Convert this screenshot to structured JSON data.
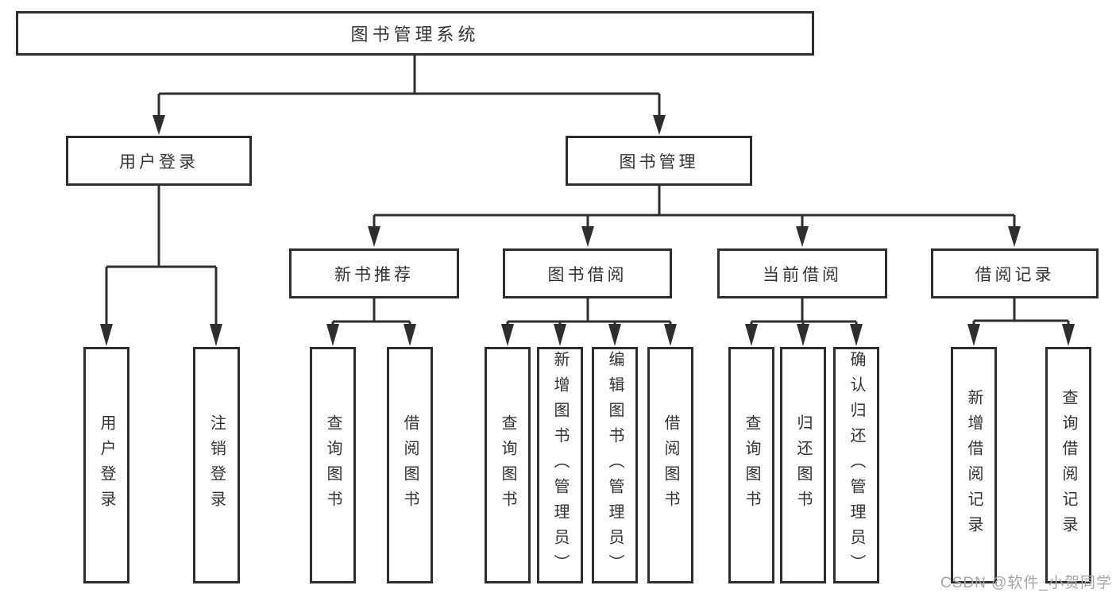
{
  "diagram": {
    "type": "hierarchy-tree",
    "root": {
      "label": "图书管理系统"
    },
    "level2": [
      {
        "id": "user-login",
        "label": "用户登录"
      },
      {
        "id": "book-management",
        "label": "图书管理"
      }
    ],
    "level3": [
      {
        "id": "new-book-recommendation",
        "label": "新书推荐",
        "parent": "图书管理"
      },
      {
        "id": "book-borrowing",
        "label": "图书借阅",
        "parent": "图书管理"
      },
      {
        "id": "current-borrowing",
        "label": "当前借阅",
        "parent": "图书管理"
      },
      {
        "id": "borrowing-records",
        "label": "借阅记录",
        "parent": "图书管理"
      }
    ],
    "leaves": [
      {
        "label": "用户登录",
        "parent": "用户登录"
      },
      {
        "label": "注销登录",
        "parent": "用户登录"
      },
      {
        "label": "查询图书",
        "parent": "新书推荐"
      },
      {
        "label": "借阅图书",
        "parent": "新书推荐"
      },
      {
        "label": "查询图书",
        "parent": "图书借阅"
      },
      {
        "label": "新增图书（管理员）",
        "parent": "图书借阅"
      },
      {
        "label": "编辑图书（管理员）",
        "parent": "图书借阅"
      },
      {
        "label": "借阅图书",
        "parent": "图书借阅"
      },
      {
        "label": "查询图书",
        "parent": "当前借阅"
      },
      {
        "label": "归还图书",
        "parent": "当前借阅"
      },
      {
        "label": "确认归还（管理员）",
        "parent": "当前借阅"
      },
      {
        "label": "新增借阅记录",
        "parent": "借阅记录"
      },
      {
        "label": "查询借阅记录",
        "parent": "借阅记录"
      }
    ]
  },
  "colors": {
    "line": "#2e2e2e",
    "text": "#333333",
    "background": "#ffffff",
    "watermark": "#a6a6a6"
  },
  "watermark": {
    "text": "CSDN @软件_小贺同学"
  }
}
